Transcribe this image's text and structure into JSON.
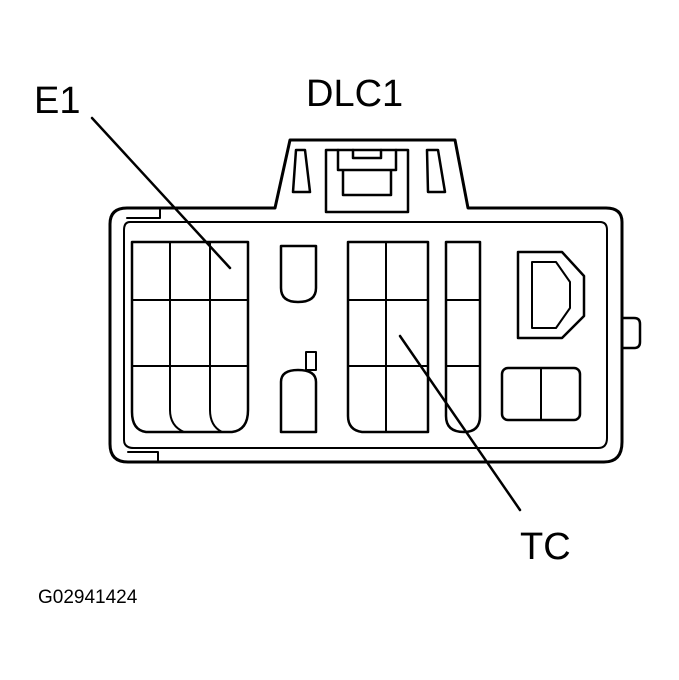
{
  "diagram": {
    "title": "DLC1",
    "labels": {
      "e1": "E1",
      "tc": "TC"
    },
    "figure_code": "G02941424"
  }
}
